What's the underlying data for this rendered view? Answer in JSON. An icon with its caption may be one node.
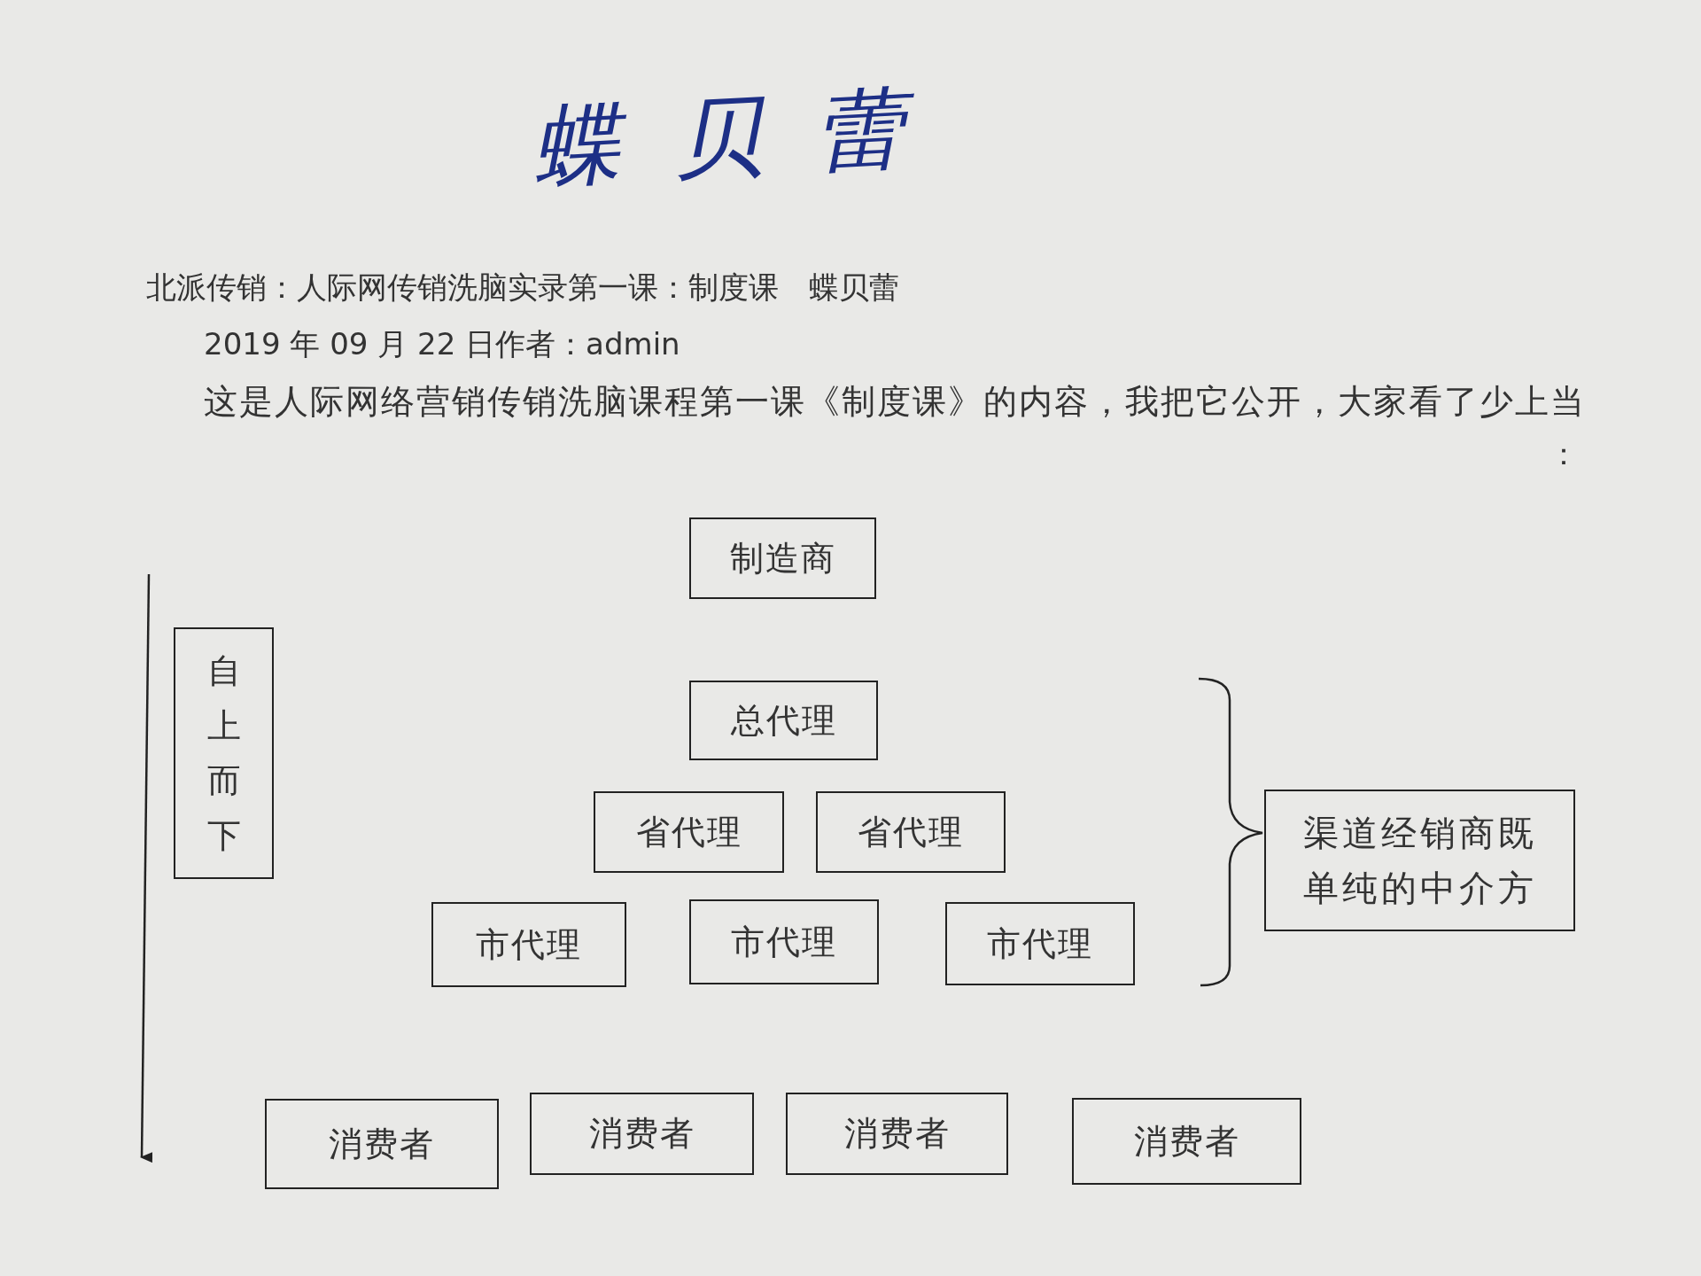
{
  "diagram": {
    "title": "蝶贝蕾",
    "nodes": [
      {
        "text": [
          "制造商"
        ]
      },
      {
        "text": [
          "自上而下"
        ]
      },
      {
        "text": [
          "总代理"
        ]
      },
      {
        "text": [
          "省代理"
        ]
      },
      {
        "text": [
          "省代理"
        ]
      },
      {
        "text": [
          "渠道经销商既单纯的中介方"
        ]
      },
      {
        "text": [
          "市代理"
        ]
      },
      {
        "text": [
          "市代理"
        ]
      },
      {
        "text": [
          "市代理"
        ]
      },
      {
        "text": [
          "消费者"
        ]
      },
      {
        "text": [
          "消费者"
        ]
      },
      {
        "text": [
          "消费者"
        ]
      },
      {
        "text": [
          "消费者"
        ]
      }
    ],
    "edges": [],
    "labels": [
      "北派传销：人际网传销洗脑实录第一课：制度课　蝶贝蕾",
      "2019 年 09 月 22 日作者：admin",
      "这是人际网络营销传销洗脑课程第一课《制度课》的内容，我把它公开，大家看了少上当",
      "："
    ]
  }
}
